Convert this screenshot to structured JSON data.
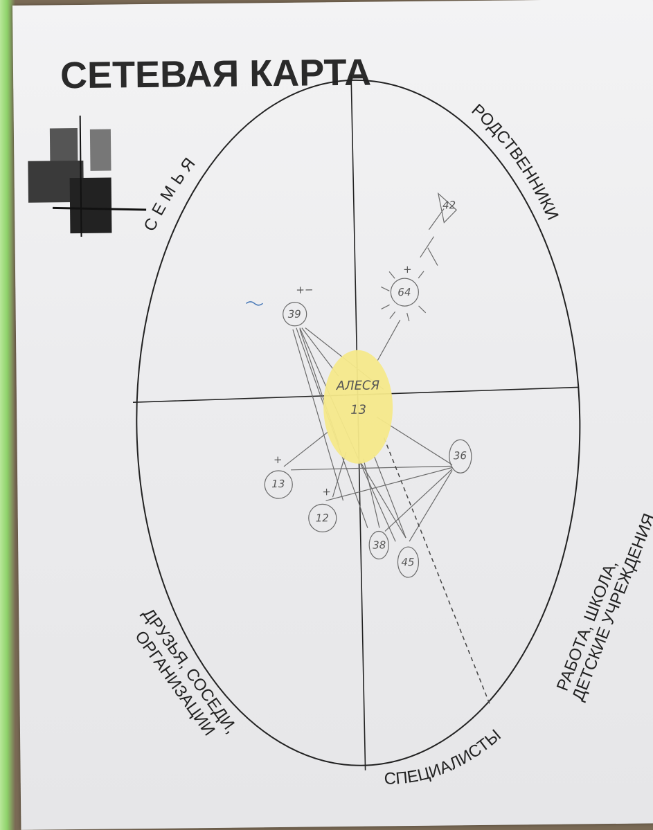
{
  "title": "СЕТЕВАЯ КАРТА",
  "sectors": {
    "family": "СЕМЬЯ",
    "relatives": "РОДСТВЕННИКИ",
    "work": "РАБОТА, ШКОЛА, ДЕТСКИЕ УЧРЕЖДЕНИЯ",
    "work_line1": "РАБОТА,   ШКОЛА,",
    "work_line2": "ДЕТСКИЕ УЧРЕЖДЕНИЯ",
    "specialists": "СПЕЦИАЛИСТЫ",
    "friends": "ДРУЗЬЯ, СОСЕДИ, ОРГАНИЗАЦИИ",
    "friends_line1": "ДРУЗЬЯ, СОСЕДИ,",
    "friends_line2": "ОРГАНИЗАЦИИ"
  },
  "center": {
    "name": "АЛЕСЯ",
    "age": "13"
  },
  "nodes": [
    {
      "id": "n39",
      "label": "39",
      "mark": "+−"
    },
    {
      "id": "n64",
      "label": "64",
      "mark": "+"
    },
    {
      "id": "n42",
      "label": "42",
      "mark": ""
    },
    {
      "id": "n36",
      "label": "36",
      "mark": ""
    },
    {
      "id": "n13",
      "label": "13",
      "mark": "+"
    },
    {
      "id": "n12",
      "label": "12",
      "mark": "+"
    },
    {
      "id": "n38",
      "label": "38",
      "mark": ""
    },
    {
      "id": "n45",
      "label": "45",
      "mark": ""
    }
  ],
  "colors": {
    "sticky": "#f5e98a",
    "ink": "#6a6a6a",
    "print": "#222222"
  }
}
